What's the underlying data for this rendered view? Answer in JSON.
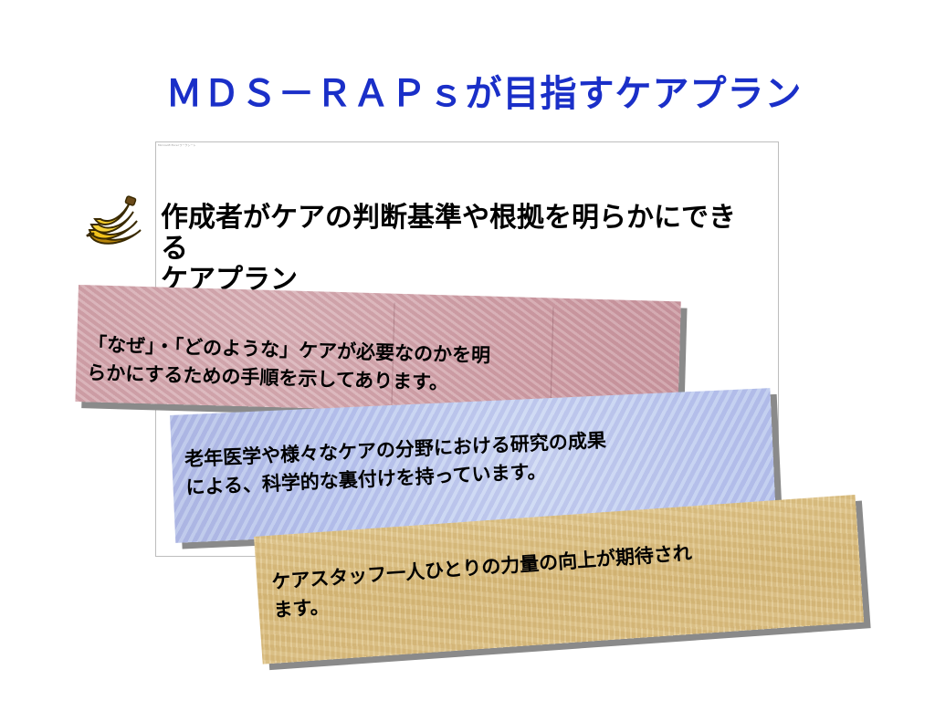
{
  "slide": {
    "title": "ＭＤＳ－ＲＡＰｓが目指すケアプラン",
    "frame_caption": "Microsoft Excel ワークシート",
    "heading_lines": [
      "作成者がケアの判断基準や根拠を明らかにでき",
      "る",
      "ケアプラン"
    ],
    "icon": "banana-icon"
  },
  "notes": [
    {
      "color": "#cf9ea6",
      "lines": [
        "「なぜ」・「どのような」ケアが必要なのかを明",
        "らかにするための手順を示してあります。"
      ]
    },
    {
      "color": "#b7c6ee",
      "lines": [
        "老年医学や様々なケアの分野における研究の成果",
        "による、科学的な裏付けを持っています。"
      ]
    },
    {
      "color": "#dcbf80",
      "lines": [
        "ケアスタッフ一人ひとりの力量の向上が期待され",
        "ます。"
      ]
    }
  ],
  "colors": {
    "title": "#1a2fc8",
    "background": "#ffffff"
  }
}
